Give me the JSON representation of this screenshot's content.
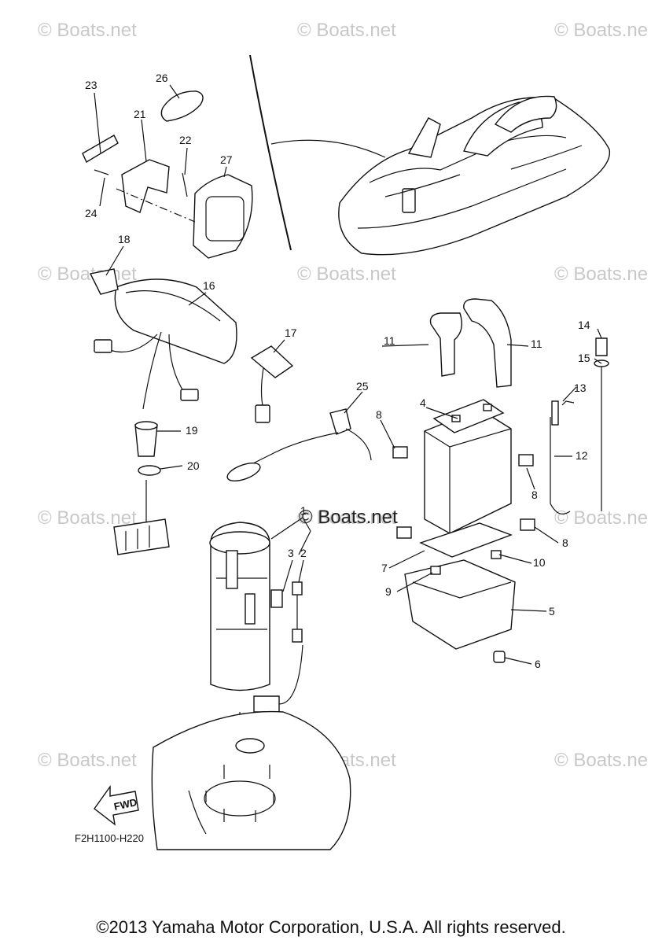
{
  "watermarks": [
    "© Boats.net",
    "© Boats.net",
    "© Boats.ne",
    "© Boats.net",
    "© Boats.net",
    "© Boats.ne",
    "© Boats.net",
    "© Boats.net",
    "© Boats.ne",
    "© Boats.net",
    "© Boats.net",
    "© Boats.ne"
  ],
  "center_watermark": "© Boats.net",
  "callouts": {
    "c1": "1",
    "c2": "2",
    "c3": "3",
    "c4": "4",
    "c5": "5",
    "c6": "6",
    "c7": "7",
    "c8a": "8",
    "c8b": "8",
    "c8c": "8",
    "c9": "9",
    "c10": "10",
    "c11a": "11",
    "c11b": "11",
    "c12": "12",
    "c13": "13",
    "c14": "14",
    "c15": "15",
    "c16": "16",
    "c17": "17",
    "c18": "18",
    "c19": "19",
    "c20": "20",
    "c21": "21",
    "c22": "22",
    "c23": "23",
    "c24": "24",
    "c25": "25",
    "c26": "26",
    "c27": "27"
  },
  "fwd_label": "FWD",
  "diagram_code": "F2H1100-H220",
  "copyright": "©2013 Yamaha Motor Corporation, U.S.A. All rights reserved."
}
